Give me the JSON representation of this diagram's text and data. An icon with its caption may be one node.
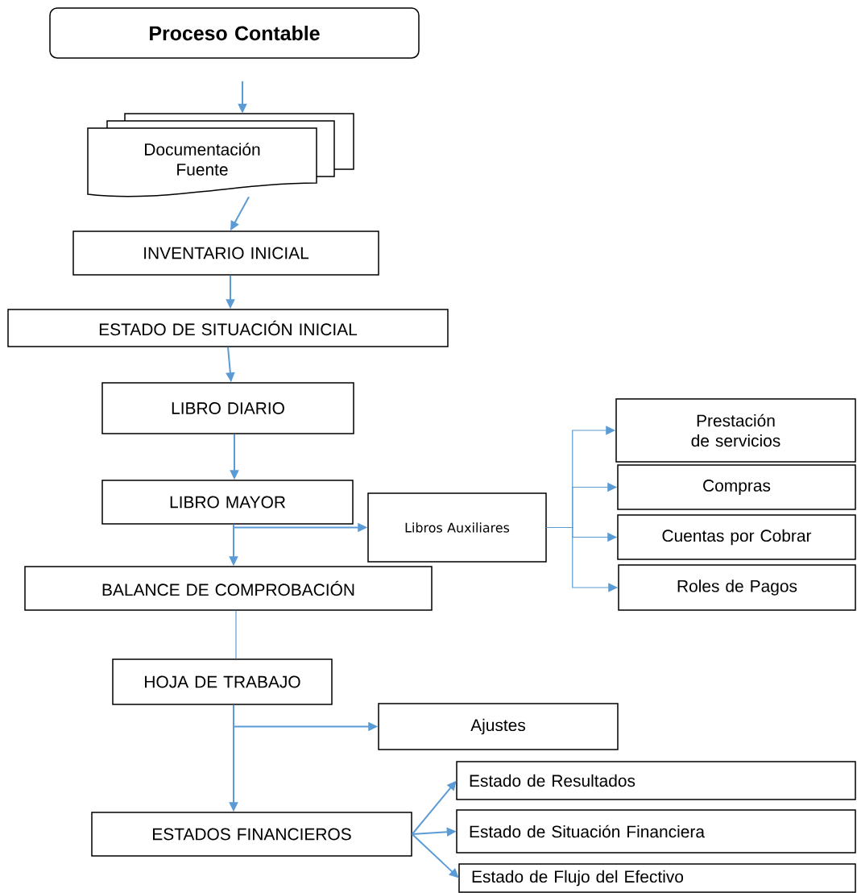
{
  "diagram": {
    "nodes": [
      {
        "text": [
          "Proceso Contable"
        ]
      },
      {
        "text": [
          "Documentación Fuente"
        ]
      },
      {
        "text": [
          "INVENTARIO INICIAL"
        ]
      },
      {
        "text": [
          "ESTADO DE SITUACIÓN INICIAL"
        ]
      },
      {
        "text": [
          "LIBRO DIARIO"
        ]
      },
      {
        "text": [
          "LIBRO MAYOR"
        ]
      },
      {
        "text": [
          "Libros Auxiliares"
        ]
      },
      {
        "text": [
          "Prestación de servicios"
        ]
      },
      {
        "text": [
          "Compras"
        ]
      },
      {
        "text": [
          "Cuentas por Cobrar"
        ]
      },
      {
        "text": [
          "Roles de Pagos"
        ]
      },
      {
        "text": [
          "BALANCE DE COMPROBACIÓN"
        ]
      },
      {
        "text": [
          "HOJA DE TRABAJO"
        ]
      },
      {
        "text": [
          "Ajustes"
        ]
      },
      {
        "text": [
          "ESTADOS FINANCIEROS"
        ]
      },
      {
        "text": [
          "Estado de Resultados"
        ]
      },
      {
        "text": [
          "Estado de Situación Financiera"
        ]
      },
      {
        "text": [
          "Estado de Flujo del Efectivo"
        ]
      }
    ],
    "edges": [
      {
        "from": null,
        "to": 1,
        "arrow": "to"
      },
      {
        "from": 1,
        "to": 2,
        "arrow": "to"
      },
      {
        "from": 2,
        "to": 3,
        "arrow": "to"
      },
      {
        "from": 3,
        "to": 4,
        "arrow": "to"
      },
      {
        "from": 4,
        "to": 5,
        "arrow": "to"
      },
      {
        "from": 5,
        "to": 6,
        "arrow": "to"
      },
      {
        "from": 5,
        "to": 11,
        "arrow": "to"
      },
      {
        "from": 6,
        "to": 7,
        "arrow": "to"
      },
      {
        "from": 6,
        "to": 8,
        "arrow": "to"
      },
      {
        "from": 6,
        "to": 9,
        "arrow": "to"
      },
      {
        "from": 6,
        "to": 10,
        "arrow": "to"
      },
      {
        "from": 11,
        "to": 12,
        "arrow": "none"
      },
      {
        "from": 12,
        "to": 13,
        "arrow": "to"
      },
      {
        "from": 12,
        "to": 14,
        "arrow": "to"
      },
      {
        "from": 14,
        "to": 15,
        "arrow": "to"
      },
      {
        "from": 14,
        "to": 16,
        "arrow": "to"
      },
      {
        "from": 14,
        "to": 17,
        "arrow": "to"
      }
    ]
  }
}
